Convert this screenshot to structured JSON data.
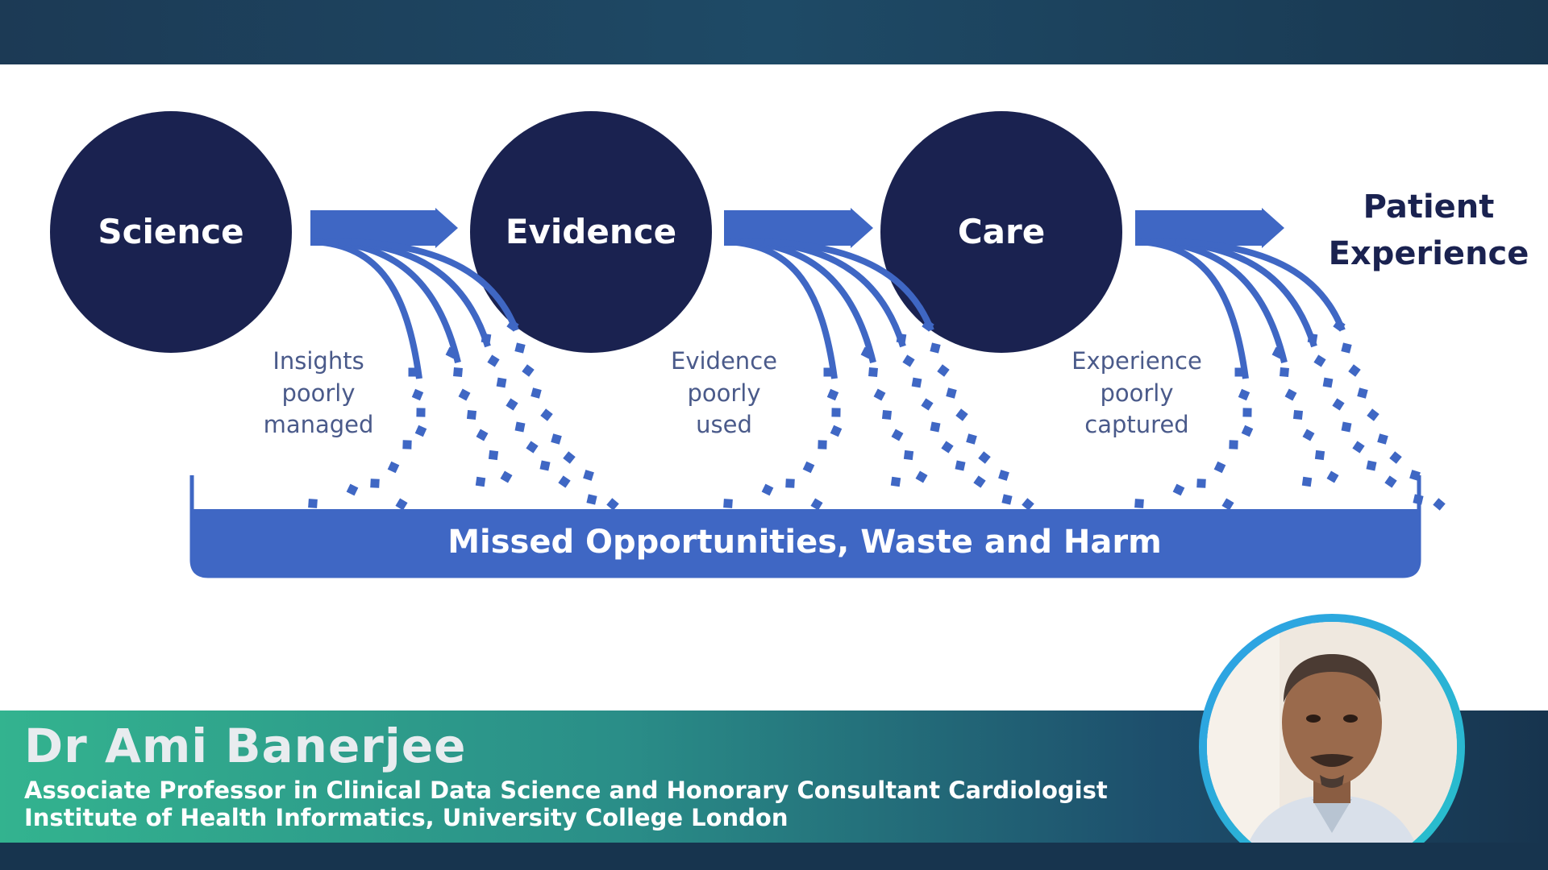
{
  "diagram": {
    "circles": [
      "Science",
      "Evidence",
      "Care"
    ],
    "end_label": [
      "Patient",
      "Experience"
    ],
    "gap_labels": [
      [
        "Insights",
        "poorly",
        "managed"
      ],
      [
        "Evidence",
        "poorly",
        "used"
      ],
      [
        "Experience",
        "poorly",
        "captured"
      ]
    ],
    "tray_label": "Missed Opportunities, Waste and Harm"
  },
  "speaker": {
    "name": "Dr Ami Banerjee",
    "title_line_1": "Associate Professor in Clinical Data Science and Honorary Consultant Cardiologist",
    "title_line_2": "Institute of Health Informatics, University College London"
  },
  "colors": {
    "circle_fill": "#1a2250",
    "flow_blue": "#3f67c4",
    "band_dark": "#17344e",
    "accent_green": "#33b38f"
  }
}
